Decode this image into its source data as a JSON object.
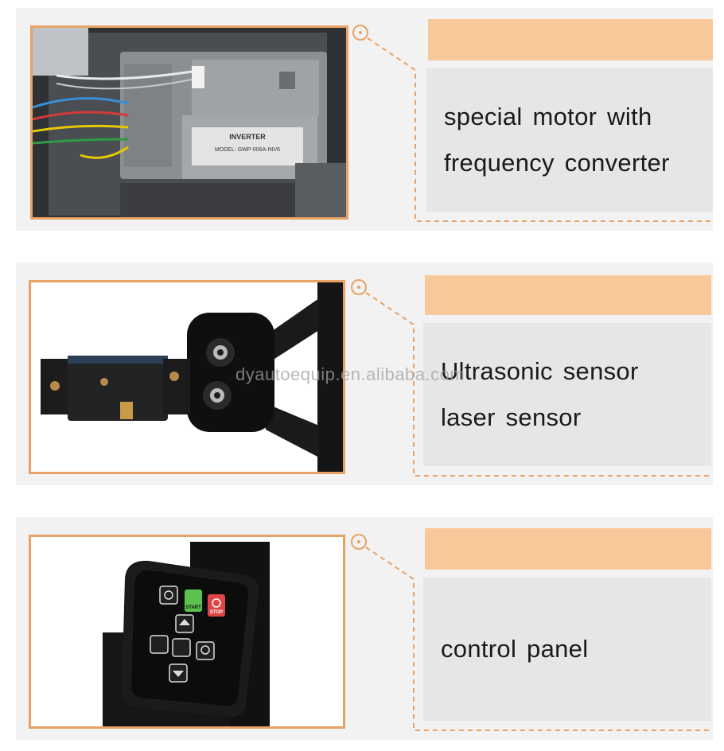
{
  "watermark": "dyautoequip.en.alibaba.com",
  "features": [
    {
      "lines": [
        "special motor with",
        "frequency converter"
      ],
      "photo_icon": "inverter-motor-photo"
    },
    {
      "lines": [
        "Ultrasonic sensor",
        "laser sensor"
      ],
      "photo_icon": "sensor-photo"
    },
    {
      "lines": [
        "control panel"
      ],
      "photo_icon": "control-panel-photo"
    }
  ],
  "inverter": {
    "brand": "INVERTER",
    "model": "MODEL: GWP-006A-INV6"
  },
  "panel": {
    "start_label": "START",
    "stop_label": "STOP"
  },
  "colors": {
    "accent_orange": "#e8a265",
    "bar_orange": "#f8c89a",
    "text_box_gray": "#e6e6e6",
    "section_gray": "#f2f2f2"
  }
}
